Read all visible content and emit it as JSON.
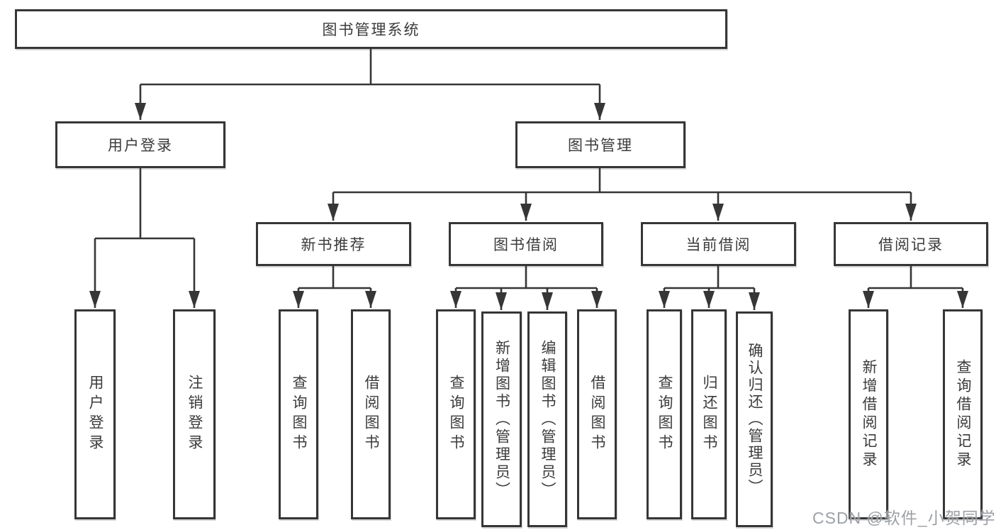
{
  "tree": {
    "label": "图书管理系统",
    "children": [
      {
        "label": "用户登录",
        "children": [
          {
            "label": "用户登录"
          },
          {
            "label": "注销登录"
          }
        ]
      },
      {
        "label": "图书管理",
        "children": [
          {
            "label": "新书推荐",
            "children": [
              {
                "label": "查询图书"
              },
              {
                "label": "借阅图书"
              }
            ]
          },
          {
            "label": "图书借阅",
            "children": [
              {
                "label": "查询图书"
              },
              {
                "label": "新增图书（管理员）"
              },
              {
                "label": "编辑图书（管理员）"
              },
              {
                "label": "借阅图书"
              }
            ]
          },
          {
            "label": "当前借阅",
            "children": [
              {
                "label": "查询图书"
              },
              {
                "label": "归还图书"
              },
              {
                "label": "确认归还（管理员）"
              }
            ]
          },
          {
            "label": "借阅记录",
            "children": [
              {
                "label": "新增借阅记录"
              },
              {
                "label": "查询借阅记录"
              }
            ]
          }
        ]
      }
    ]
  },
  "watermark": {
    "text": "CSDN @软件_小贺同学"
  },
  "colors": {
    "line": "#363636",
    "text": "#3b3b3b",
    "watermark": "#94999e"
  }
}
